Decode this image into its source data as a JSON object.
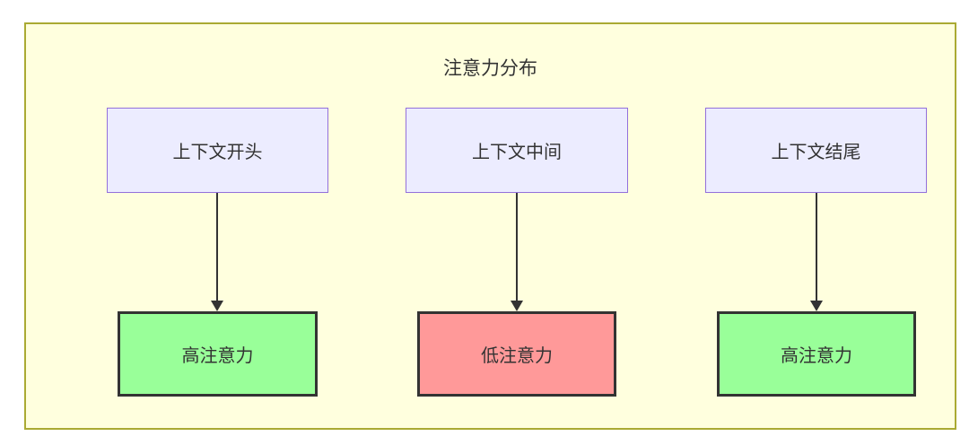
{
  "diagram": {
    "title": "注意力分布",
    "columns": [
      {
        "source": "上下文开头",
        "target": "高注意力",
        "target_type": "high"
      },
      {
        "source": "上下文中间",
        "target": "低注意力",
        "target_type": "low"
      },
      {
        "source": "上下文结尾",
        "target": "高注意力",
        "target_type": "high"
      }
    ],
    "colors": {
      "container_fill": "#FFFFDE",
      "container_border": "#AAAA33",
      "source_fill": "#ECECFF",
      "source_border": "#9370DB",
      "high_fill": "#99FF99",
      "low_fill": "#FF9999",
      "target_border": "#333333",
      "arrow": "#333333",
      "text": "#333333"
    }
  }
}
